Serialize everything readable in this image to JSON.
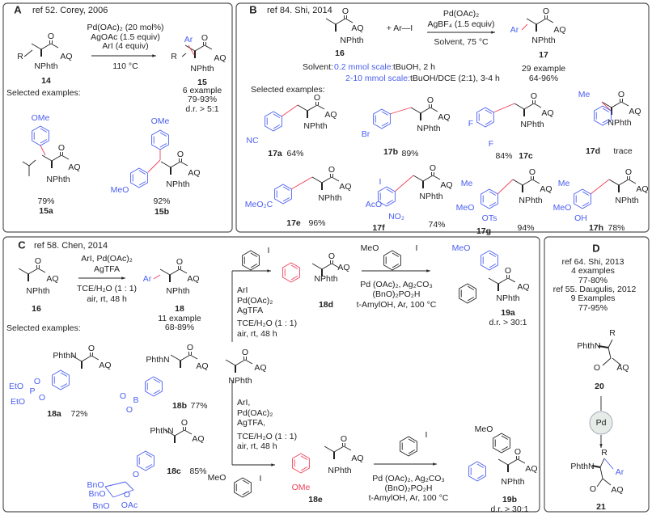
{
  "colors": {
    "new_bond": "#f0405a",
    "aryl": "#4a5ef0",
    "text": "#222222",
    "border": "#555555"
  },
  "panel_a": {
    "letter": "A",
    "ref": "ref 52. Corey, 2006",
    "conditions": [
      "Pd(OAc)₂ (20 mol%)",
      "AgOAc (1.5 equiv)",
      "ArI (4 equiv)",
      "110 °C"
    ],
    "sm": {
      "r": "R",
      "o": "O",
      "aq": "AQ",
      "n": "NPhth",
      "id": "14"
    },
    "product": {
      "ar": "Ar",
      "r": "R",
      "o": "O",
      "aq": "AQ",
      "n": "NPhth",
      "id": "15",
      "examples": "6 example",
      "yield": "79-93%",
      "dr": "d.r. > 5:1"
    },
    "selected": "Selected examples:",
    "ex_15a": {
      "ome": "OMe",
      "o": "O",
      "aq": "AQ",
      "n": "NPhth",
      "yield": "79%",
      "id": "15a"
    },
    "ex_15b": {
      "ome": "OMe",
      "meo": "MeO",
      "o": "O",
      "aq": "AQ",
      "n": "NPhth",
      "yield": "92%",
      "id": "15b"
    }
  },
  "panel_b": {
    "letter": "B",
    "ref": "ref 84. Shi, 2014",
    "sm": {
      "o": "O",
      "aq": "AQ",
      "n": "NPhth",
      "id": "16"
    },
    "reagent": "+  Ar—I",
    "conditions": [
      "Pd(OAc)₂",
      "AgBF₄ (1.5 equiv)",
      "Solvent, 75 °C"
    ],
    "product": {
      "ar": "Ar",
      "o": "O",
      "aq": "AQ",
      "n": "NPhth",
      "id": "17",
      "examples": "29 example",
      "yield": "64-96%"
    },
    "solvent": {
      "label": "Solvent:",
      "scale1": "0.2 mmol scale:",
      "cond1": "tBuOH, 2 h",
      "scale2": "2-10 mmol scale:",
      "cond2": "tBuOH/DCE (2:1), 3-4 h"
    },
    "selected": "Selected examples:",
    "examples": [
      {
        "id": "17a",
        "yield": "64%",
        "subs": [
          "NC"
        ]
      },
      {
        "id": "17b",
        "yield": "89%",
        "subs": [
          "Br"
        ]
      },
      {
        "id": "17c",
        "yield": "84%",
        "subs": [
          "F",
          "F"
        ]
      },
      {
        "id": "17d",
        "yield": "trace",
        "subs": [
          "Me"
        ]
      },
      {
        "id": "17e",
        "yield": "96%",
        "subs": [
          "MeO₂C"
        ]
      },
      {
        "id": "17f",
        "yield": "74%",
        "subs": [
          "I",
          "AcO",
          "NO₂"
        ]
      },
      {
        "id": "17g",
        "yield": "94%",
        "subs": [
          "Me",
          "MeO",
          "OTs"
        ]
      },
      {
        "id": "17h",
        "yield": "78%",
        "subs": [
          "Me",
          "MeO",
          "OH"
        ]
      }
    ],
    "atoms": {
      "o": "O",
      "aq": "AQ",
      "n": "NPhth"
    }
  },
  "panel_c": {
    "letter": "C",
    "ref": "ref 58. Chen, 2014",
    "sm": {
      "o": "O",
      "aq": "AQ",
      "n": "NPhth",
      "id": "16"
    },
    "conditions": [
      "ArI, Pd(OAc)₂",
      "AgTFA",
      "TCE/H₂O (1 : 1)",
      "air, rt, 48 h"
    ],
    "product": {
      "ar": "Ar",
      "o": "O",
      "aq": "AQ",
      "n": "NPhth",
      "id": "18",
      "examples": "11 example",
      "yield": "68-89%"
    },
    "selected": "Selected examples:",
    "ex_18a": {
      "phthn": "PhthN",
      "o": "O",
      "aq": "AQ",
      "eto1": "EtO",
      "p": "P",
      "po": "O",
      "o2": "O",
      "eto2": "EtO",
      "id": "18a",
      "yield": "72%"
    },
    "ex_18b": {
      "phthn": "PhthN",
      "o": "O",
      "aq": "AQ",
      "b": "B",
      "o1": "O",
      "o2": "O",
      "id": "18b",
      "yield": "77%"
    },
    "ex_18c": {
      "phthn": "PhthN",
      "o": "O",
      "aq": "AQ",
      "oar": "O",
      "bno1": "BnO",
      "bno2": "BnO",
      "bno3": "BnO",
      "oac": "OAc",
      "oring": "O",
      "id": "18c",
      "yield": "85%"
    },
    "upper_conditions": [
      "ArI",
      "Pd(OAc)₂",
      "AgTFA",
      "TCE/H₂O (1 : 1)",
      "air, rt, 48 h"
    ],
    "lower_conditions": [
      "ArI,",
      "Pd(OAc)₂",
      "AgTFA,",
      "TCE/H₂O (1 : 1)",
      "air, rt, 48 h"
    ],
    "center_sm": {
      "o": "O",
      "aq": "AQ",
      "n": "NPhth"
    },
    "iodo": "I",
    "meo": "MeO",
    "ome": "OMe",
    "int_18d": {
      "o": "O",
      "aq": "AQ",
      "n": "NPhth",
      "id": "18d"
    },
    "int_18e": {
      "o": "O",
      "aq": "AQ",
      "n": "NPhth",
      "ome": "OMe",
      "id": "18e"
    },
    "second_conditions": [
      "Pd (OAc)₂, Ag₂CO₃",
      "(BnO)₂PO₂H",
      "t-AmylOH, Ar, 100 °C"
    ],
    "prod_19a": {
      "meo": "MeO",
      "o": "O",
      "aq": "AQ",
      "n": "NPhth",
      "id": "19a",
      "dr": "d.r. > 30:1"
    },
    "prod_19b": {
      "meo": "MeO",
      "o": "O",
      "aq": "AQ",
      "n": "NPhth",
      "id": "19b",
      "dr": "d.r. > 30:1"
    }
  },
  "panel_d": {
    "letter": "D",
    "refs": [
      "ref 64. Shi, 2013",
      "4 examples",
      "77-80%",
      "ref 55. Daugulis, 2012",
      "9 Examples",
      "77-95%"
    ],
    "sm": {
      "r": "R",
      "phthn": "PhthN",
      "o": "O",
      "aq": "AQ",
      "id": "20"
    },
    "catalyst": "Pd",
    "product": {
      "r": "R",
      "phthn": "PhthN",
      "ar": "Ar",
      "o": "O",
      "aq": "AQ",
      "id": "21"
    }
  }
}
